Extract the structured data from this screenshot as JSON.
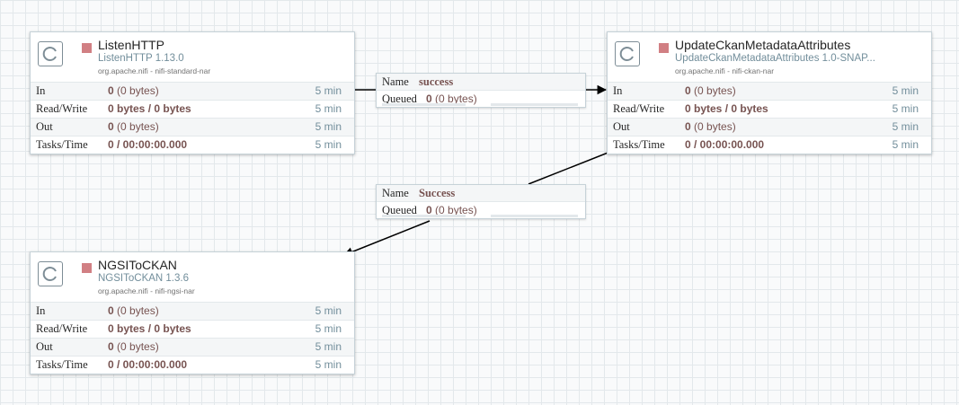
{
  "processors": [
    {
      "id": "listen-http",
      "name": "ListenHTTP",
      "type": "ListenHTTP 1.13.0",
      "bundle": "org.apache.nifi - nifi-standard-nar",
      "status_color": "#d17f83",
      "stats": {
        "in_label": "In",
        "in_count": "0",
        "in_bytes": "(0 bytes)",
        "in_time": "5 min",
        "rw_label": "Read/Write",
        "rw_value": "0 bytes / 0 bytes",
        "rw_time": "5 min",
        "out_label": "Out",
        "out_count": "0",
        "out_bytes": "(0 bytes)",
        "out_time": "5 min",
        "tasks_label": "Tasks/Time",
        "tasks_value": "0 / 00:00:00.000",
        "tasks_time": "5 min"
      }
    },
    {
      "id": "update-ckan",
      "name": "UpdateCkanMetadataAttributes",
      "type": "UpdateCkanMetadataAttributes 1.0-SNAP...",
      "bundle": "org.apache.nifi - nifi-ckan-nar",
      "status_color": "#d17f83",
      "stats": {
        "in_label": "In",
        "in_count": "0",
        "in_bytes": "(0 bytes)",
        "in_time": "5 min",
        "rw_label": "Read/Write",
        "rw_value": "0 bytes / 0 bytes",
        "rw_time": "5 min",
        "out_label": "Out",
        "out_count": "0",
        "out_bytes": "(0 bytes)",
        "out_time": "5 min",
        "tasks_label": "Tasks/Time",
        "tasks_value": "0 / 00:00:00.000",
        "tasks_time": "5 min"
      }
    },
    {
      "id": "ngsi-to-ckan",
      "name": "NGSIToCKAN",
      "type": "NGSIToCKAN 1.3.6",
      "bundle": "org.apache.nifi - nifi-ngsi-nar",
      "status_color": "#d17f83",
      "stats": {
        "in_label": "In",
        "in_count": "0",
        "in_bytes": "(0 bytes)",
        "in_time": "5 min",
        "rw_label": "Read/Write",
        "rw_value": "0 bytes / 0 bytes",
        "rw_time": "5 min",
        "out_label": "Out",
        "out_count": "0",
        "out_bytes": "(0 bytes)",
        "out_time": "5 min",
        "tasks_label": "Tasks/Time",
        "tasks_value": "0 / 00:00:00.000",
        "tasks_time": "5 min"
      }
    }
  ],
  "connections": [
    {
      "name_label": "Name",
      "name": "success",
      "queued_label": "Queued",
      "queued_count": "0",
      "queued_bytes": "(0 bytes)"
    },
    {
      "name_label": "Name",
      "name": "Success",
      "queued_label": "Queued",
      "queued_count": "0",
      "queued_bytes": "(0 bytes)"
    }
  ],
  "icons": {
    "processor": "processor-icon",
    "status": "stopped-status-icon"
  }
}
